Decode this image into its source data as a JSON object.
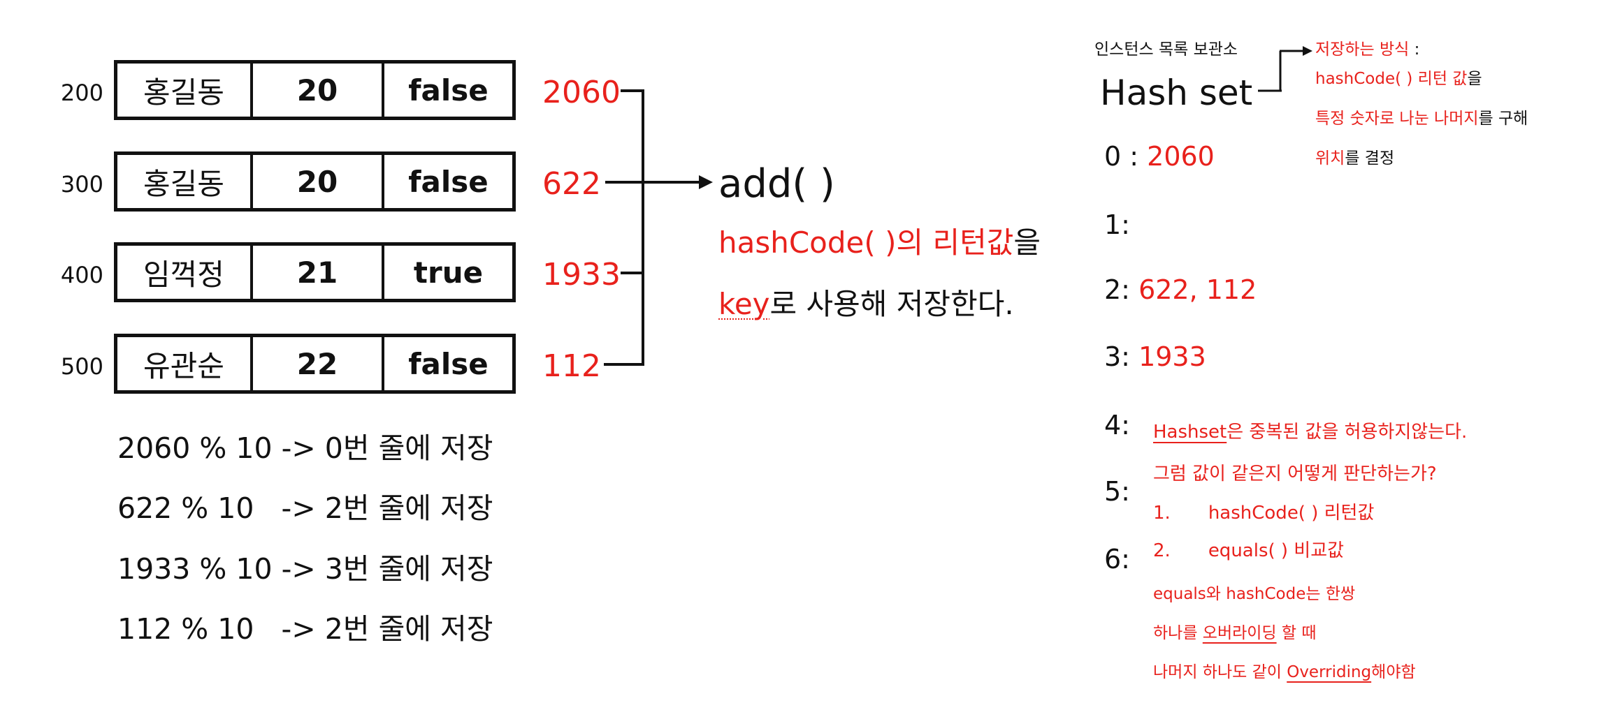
{
  "records": [
    {
      "address": "200",
      "name": "홍길동",
      "age": "20",
      "flag": "false",
      "hash": "2060"
    },
    {
      "address": "300",
      "name": "홍길동",
      "age": "20",
      "flag": "false",
      "hash": "622"
    },
    {
      "address": "400",
      "name": "임꺽정",
      "age": "21",
      "flag": "true",
      "hash": "1933"
    },
    {
      "address": "500",
      "name": "유관순",
      "age": "22",
      "flag": "false",
      "hash": "112"
    }
  ],
  "calculations": [
    "2060 % 10 -> 0번 줄에 저장",
    "622 % 10   -> 2번 줄에 저장",
    "1933 % 10 -> 3번 줄에 저장",
    "112 % 10   -> 2번 줄에 저장"
  ],
  "add": {
    "method": "add( )",
    "line1_red": "hashCode( )의 리턴값",
    "line1_black": "을",
    "line2_key": "key",
    "line2_rest": "로 사용해 저장한다."
  },
  "hashset": {
    "caption": "인스턴스 목록 보관소",
    "title": "Hash set",
    "slots": [
      {
        "label": "0 : ",
        "value": "2060"
      },
      {
        "label": "1:",
        "value": ""
      },
      {
        "label": "2: ",
        "value": "622, 112"
      },
      {
        "label": "3: ",
        "value": "1933"
      },
      {
        "label": "4:",
        "value": ""
      },
      {
        "label": "5:",
        "value": ""
      },
      {
        "label": "6:",
        "value": ""
      }
    ]
  },
  "method_note": {
    "line1_red": "저장하는  방식",
    "line1_black": " :",
    "line2_red": "hashCode( ) 리턴 값",
    "line2_black": "을",
    "line3_red": "특정 숫자로 나눈 나머지",
    "line3_black": "를 구해",
    "line4_red": "위치",
    "line4_black": "를 결정"
  },
  "notes": {
    "n1_u": "Hashset",
    "n1_rest": "은 중복된 값을 허용하지않는다.",
    "n2": "그럼 값이 같은지 어떻게 판단하는가?",
    "n3_num": "1.",
    "n3_text": "hashCode( ) 리턴값",
    "n4_num": "2.",
    "n4_text": "equals( ) 비교값",
    "n5": "equals와 hashCode는 한쌍",
    "n6_u": "오버라이딩",
    "n6_pre": "하나를 ",
    "n6_post": " 할 때",
    "n7_pre": "나머지 하나도 같이 ",
    "n7_u": "Overriding",
    "n7_post": "해야함"
  },
  "colors": {
    "accent": "#e8211c",
    "text": "#111111"
  }
}
